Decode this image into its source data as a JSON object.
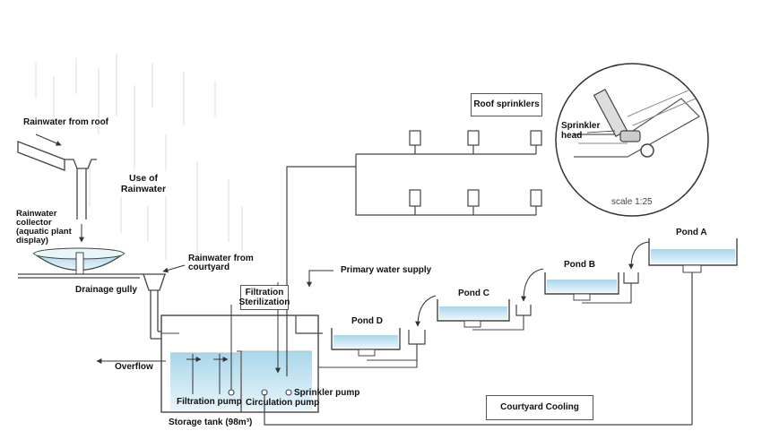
{
  "labels": {
    "rainwater_roof": "Rainwater from roof",
    "use_of_rainwater_1": "Use of",
    "use_of_rainwater_2": "Rainwater",
    "rainwater_collector_1": "Rainwater",
    "rainwater_collector_2": "collector",
    "rainwater_collector_3": "(aquatic plant",
    "rainwater_collector_4": "display)",
    "rainwater_courtyard_1": "Rainwater from",
    "rainwater_courtyard_2": "courtyard",
    "drainage_gully": "Drainage gully",
    "filtration_sterilization_1": "Filtration",
    "filtration_sterilization_2": "Sterilization",
    "primary_water_supply": "Primary water supply",
    "overflow": "Overflow",
    "filtration_pump": "Filtration pump",
    "circulation_pump": "Circulation pump",
    "sprinkler_pump": "Sprinkler pump",
    "storage_tank": "Storage tank (98m³)",
    "pond_a": "Pond A",
    "pond_b": "Pond B",
    "pond_c": "Pond C",
    "pond_d": "Pond D",
    "roof_sprinklers": "Roof sprinklers",
    "sprinkler_head_1": "Sprinkler",
    "sprinkler_head_2": "head",
    "scale": "scale 1:25",
    "courtyard_cooling": "Courtyard Cooling"
  },
  "colors": {
    "water": "#cfe8f3",
    "line": "#444444",
    "rain": "#d6e4ea"
  }
}
